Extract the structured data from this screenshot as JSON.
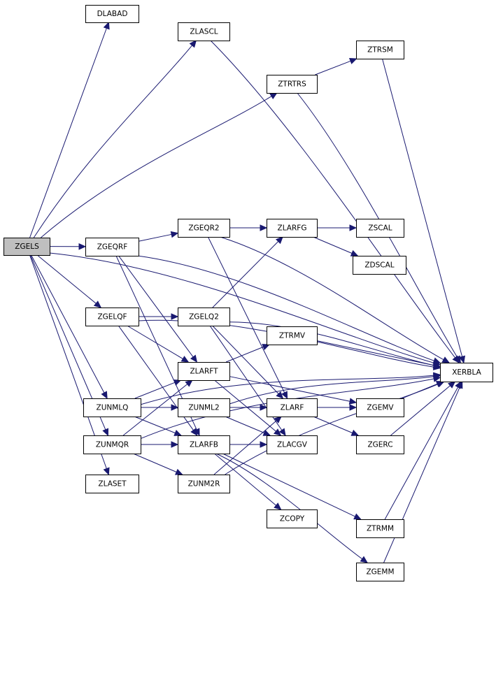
{
  "diagram": {
    "nodes": [
      {
        "id": "ZGELS",
        "label": "ZGELS",
        "root": true
      },
      {
        "id": "DLABAD",
        "label": "DLABAD"
      },
      {
        "id": "ZLASCL",
        "label": "ZLASCL"
      },
      {
        "id": "ZTRTRS",
        "label": "ZTRTRS"
      },
      {
        "id": "ZTRSM",
        "label": "ZTRSM"
      },
      {
        "id": "ZGEQRF",
        "label": "ZGEQRF"
      },
      {
        "id": "ZGEQR2",
        "label": "ZGEQR2"
      },
      {
        "id": "ZLARFG",
        "label": "ZLARFG"
      },
      {
        "id": "ZSCAL",
        "label": "ZSCAL"
      },
      {
        "id": "ZDSCAL",
        "label": "ZDSCAL"
      },
      {
        "id": "ZGELQF",
        "label": "ZGELQF"
      },
      {
        "id": "ZGELQ2",
        "label": "ZGELQ2"
      },
      {
        "id": "ZTRMV",
        "label": "ZTRMV"
      },
      {
        "id": "ZLARFT",
        "label": "ZLARFT"
      },
      {
        "id": "XERBLA",
        "label": "XERBLA"
      },
      {
        "id": "ZUNMLQ",
        "label": "ZUNMLQ"
      },
      {
        "id": "ZUNML2",
        "label": "ZUNML2"
      },
      {
        "id": "ZLARF",
        "label": "ZLARF"
      },
      {
        "id": "ZGEMV",
        "label": "ZGEMV"
      },
      {
        "id": "ZUNMQR",
        "label": "ZUNMQR"
      },
      {
        "id": "ZLARFB",
        "label": "ZLARFB"
      },
      {
        "id": "ZLACGV",
        "label": "ZLACGV"
      },
      {
        "id": "ZGERC",
        "label": "ZGERC"
      },
      {
        "id": "ZLASET",
        "label": "ZLASET"
      },
      {
        "id": "ZUNM2R",
        "label": "ZUNM2R"
      },
      {
        "id": "ZCOPY",
        "label": "ZCOPY"
      },
      {
        "id": "ZTRMM",
        "label": "ZTRMM"
      },
      {
        "id": "ZGEMM",
        "label": "ZGEMM"
      }
    ],
    "edges": [
      [
        "ZGELS",
        "DLABAD"
      ],
      [
        "ZGELS",
        "ZLASCL"
      ],
      [
        "ZGELS",
        "ZTRTRS"
      ],
      [
        "ZGELS",
        "XERBLA"
      ],
      [
        "ZGELS",
        "ZGEQRF"
      ],
      [
        "ZGELS",
        "ZGELQF"
      ],
      [
        "ZGELS",
        "ZUNMLQ"
      ],
      [
        "ZGELS",
        "ZUNMQR"
      ],
      [
        "ZGELS",
        "ZLASET"
      ],
      [
        "ZLASCL",
        "XERBLA"
      ],
      [
        "ZTRTRS",
        "ZTRSM"
      ],
      [
        "ZTRTRS",
        "XERBLA"
      ],
      [
        "ZTRSM",
        "XERBLA"
      ],
      [
        "ZGEQRF",
        "ZGEQR2"
      ],
      [
        "ZGEQRF",
        "XERBLA"
      ],
      [
        "ZGEQRF",
        "ZLARFT"
      ],
      [
        "ZGEQRF",
        "ZLARFB"
      ],
      [
        "ZGEQR2",
        "ZLARFG"
      ],
      [
        "ZGEQR2",
        "XERBLA"
      ],
      [
        "ZGEQR2",
        "ZLARF"
      ],
      [
        "ZLARFG",
        "ZSCAL"
      ],
      [
        "ZLARFG",
        "ZDSCAL"
      ],
      [
        "ZGELQF",
        "ZGELQ2"
      ],
      [
        "ZGELQF",
        "XERBLA"
      ],
      [
        "ZGELQF",
        "ZLARFT"
      ],
      [
        "ZGELQF",
        "ZLARFB"
      ],
      [
        "ZGELQ2",
        "ZLARFG"
      ],
      [
        "ZGELQ2",
        "XERBLA"
      ],
      [
        "ZGELQ2",
        "ZLARF"
      ],
      [
        "ZGELQ2",
        "ZLACGV"
      ],
      [
        "ZLARFT",
        "ZTRMV"
      ],
      [
        "ZLARFT",
        "ZGEMV"
      ],
      [
        "ZLARFT",
        "ZLACGV"
      ],
      [
        "ZTRMV",
        "XERBLA"
      ],
      [
        "ZUNMLQ",
        "ZUNML2"
      ],
      [
        "ZUNMLQ",
        "ZLARFT"
      ],
      [
        "ZUNMLQ",
        "ZLARFB"
      ],
      [
        "ZUNMLQ",
        "XERBLA"
      ],
      [
        "ZUNML2",
        "ZLARF"
      ],
      [
        "ZUNML2",
        "ZLACGV"
      ],
      [
        "ZUNML2",
        "XERBLA"
      ],
      [
        "ZLARF",
        "ZGEMV"
      ],
      [
        "ZLARF",
        "ZGERC"
      ],
      [
        "ZGEMV",
        "XERBLA"
      ],
      [
        "ZGERC",
        "XERBLA"
      ],
      [
        "ZUNMQR",
        "ZLARFT"
      ],
      [
        "ZUNMQR",
        "ZLARFB"
      ],
      [
        "ZUNMQR",
        "ZUNM2R"
      ],
      [
        "ZUNMQR",
        "XERBLA"
      ],
      [
        "ZLARFB",
        "ZLACGV"
      ],
      [
        "ZLARFB",
        "ZCOPY"
      ],
      [
        "ZLARFB",
        "ZTRMM"
      ],
      [
        "ZLARFB",
        "ZGEMM"
      ],
      [
        "ZUNM2R",
        "ZLARF"
      ],
      [
        "ZUNM2R",
        "XERBLA"
      ],
      [
        "ZTRMM",
        "XERBLA"
      ],
      [
        "ZGEMM",
        "XERBLA"
      ]
    ]
  }
}
